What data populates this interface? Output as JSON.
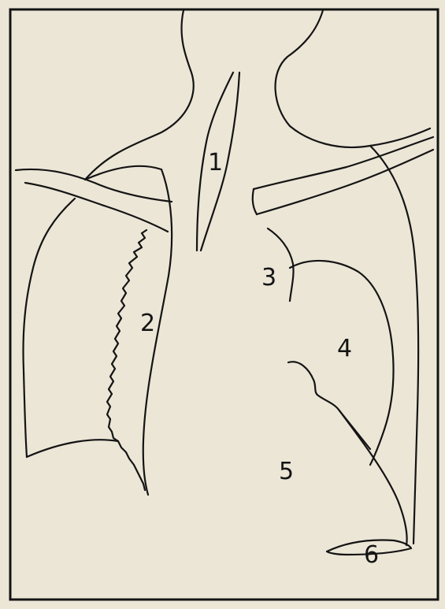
{
  "labels": [
    {
      "id": "label-1",
      "text": "1"
    },
    {
      "id": "label-2",
      "text": "2"
    },
    {
      "id": "label-3",
      "text": "3"
    },
    {
      "id": "label-4",
      "text": "4"
    },
    {
      "id": "label-5",
      "text": "5"
    },
    {
      "id": "label-6",
      "text": "6"
    }
  ],
  "colors": {
    "paper": "#ece6d7",
    "ink": "#141414"
  }
}
